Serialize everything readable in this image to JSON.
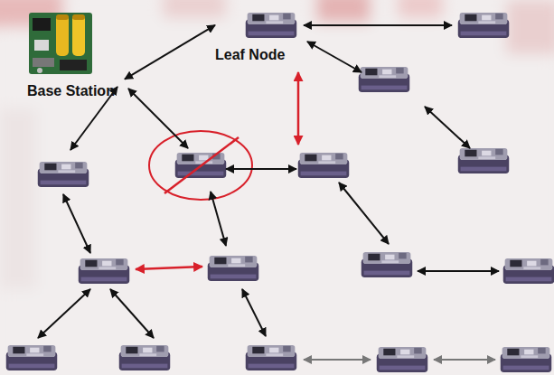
{
  "diagram": {
    "nodes": [
      {
        "text": [
          "Base Station"
        ]
      },
      {
        "text": [
          "Leaf Node"
        ]
      }
    ],
    "edges": [
      {
        "from": 0,
        "to": 1,
        "arrow": "both"
      }
    ]
  }
}
